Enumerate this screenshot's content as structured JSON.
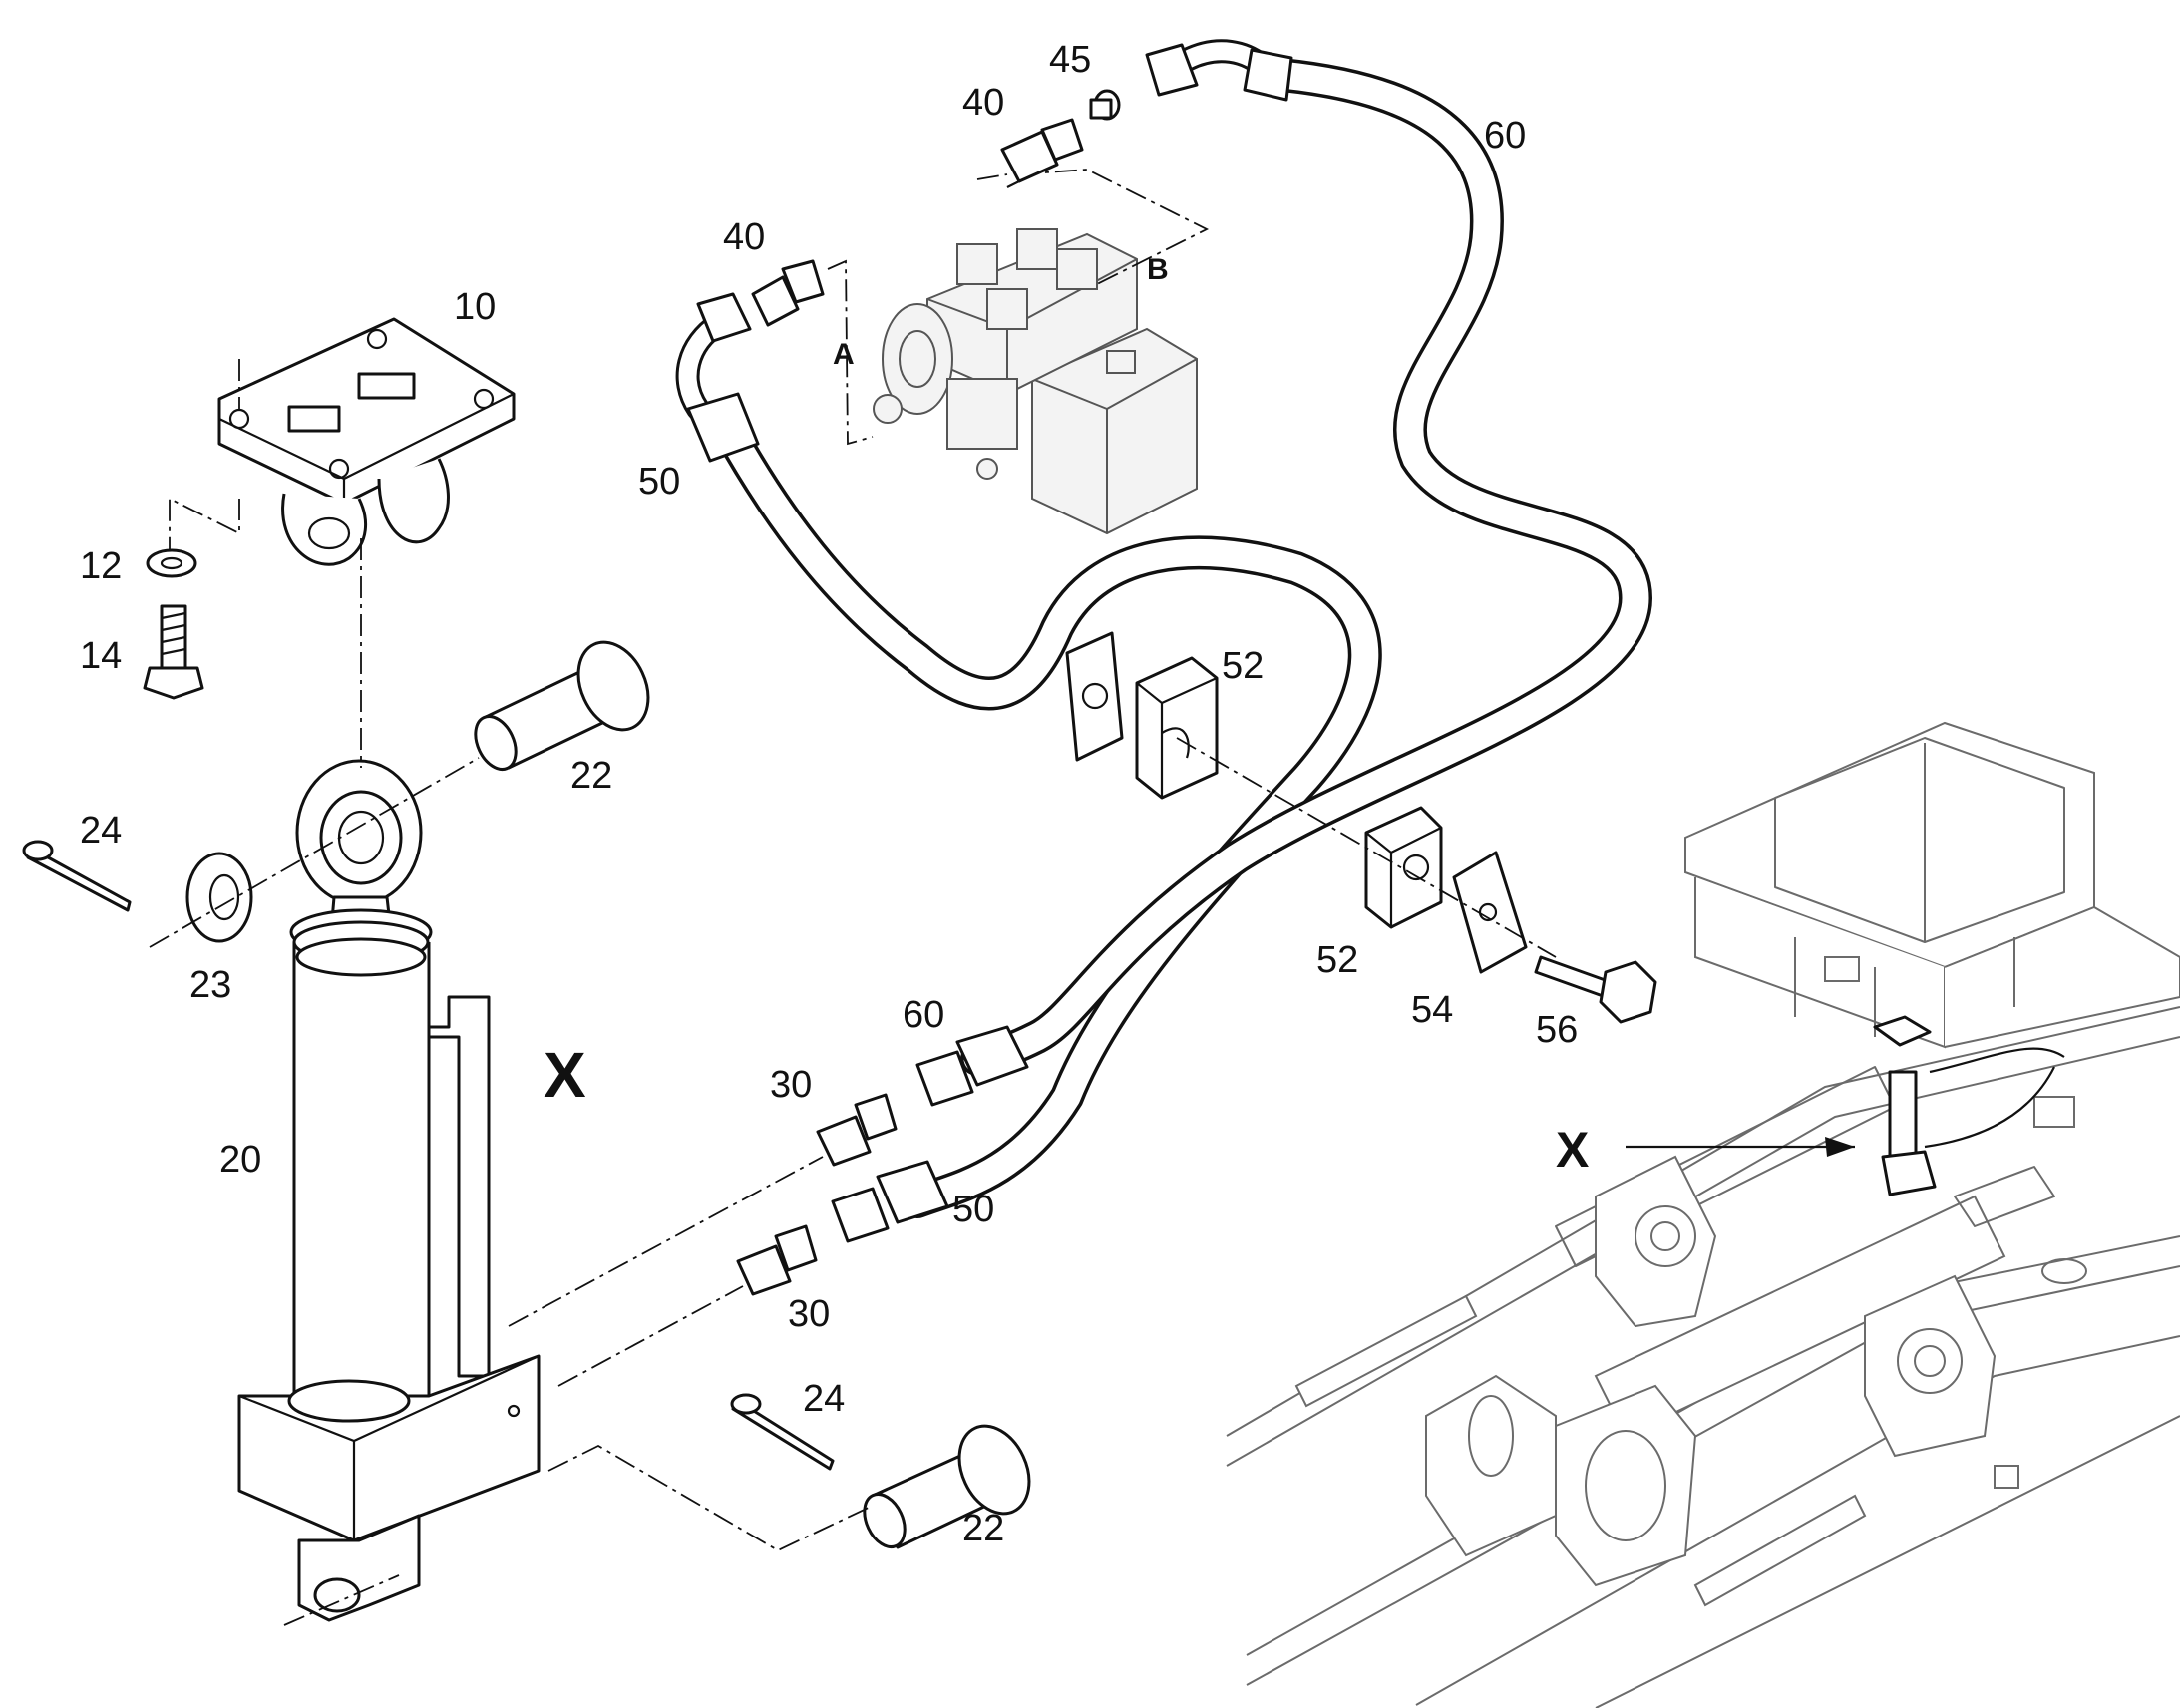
{
  "callouts": {
    "c10": "10",
    "c12": "12",
    "c14": "14",
    "c20": "20",
    "c22a": "22",
    "c22b": "22",
    "c23": "23",
    "c24a": "24",
    "c24b": "24",
    "c30a": "30",
    "c30b": "30",
    "c40a": "40",
    "c40b": "40",
    "c45": "45",
    "c50a": "50",
    "c50b": "50",
    "c52a": "52",
    "c52b": "52",
    "c54": "54",
    "c56": "56",
    "c60a": "60",
    "c60b": "60"
  },
  "port_labels": {
    "a": "A",
    "b": "B"
  },
  "detail_marker": {
    "main": "X",
    "location": "X"
  }
}
